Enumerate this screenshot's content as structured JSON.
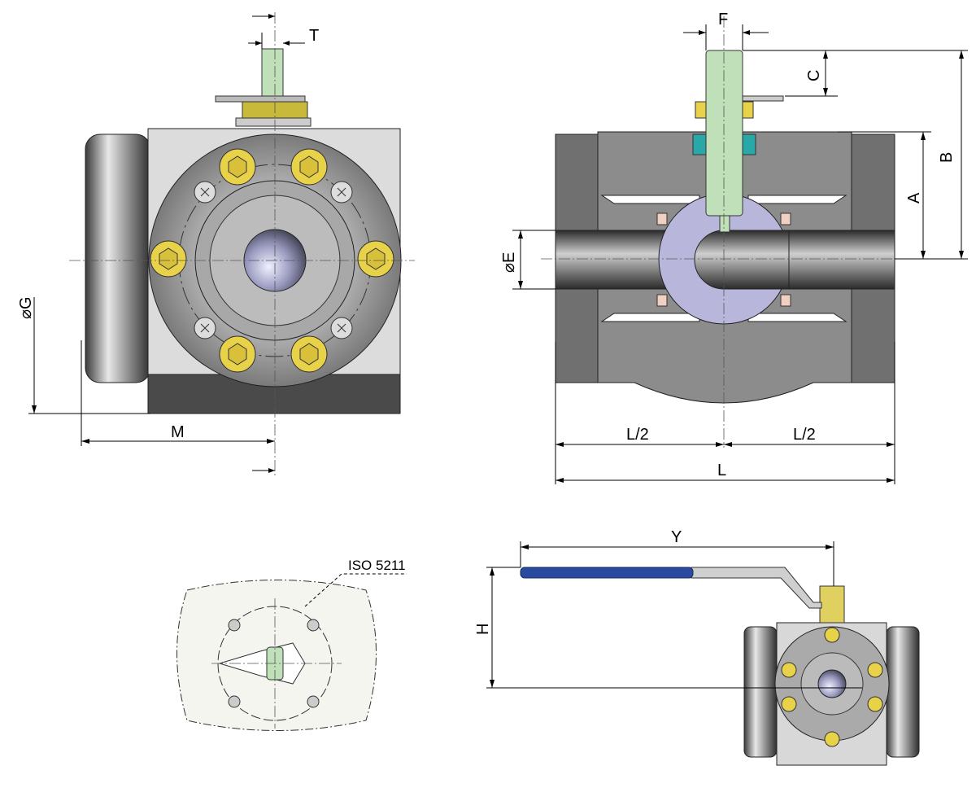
{
  "labels": {
    "T": "T",
    "F": "F",
    "C": "C",
    "B": "B",
    "A": "A",
    "E": "E",
    "G": "G",
    "diameter": "⌀",
    "M": "M",
    "L_half_left": "L/2",
    "L_half_right": "L/2",
    "L": "L",
    "iso": "ISO 5211",
    "Y": "Y",
    "H": "H"
  },
  "colors": {
    "stem": "#bfe0b8",
    "bolt": "#e8d24a",
    "ball": "#b9b6dc",
    "body_light": "#dcdcdc",
    "body_dark": "#4a4a4a",
    "handle": "#2a4aa0",
    "section": "#8c8c8c"
  }
}
